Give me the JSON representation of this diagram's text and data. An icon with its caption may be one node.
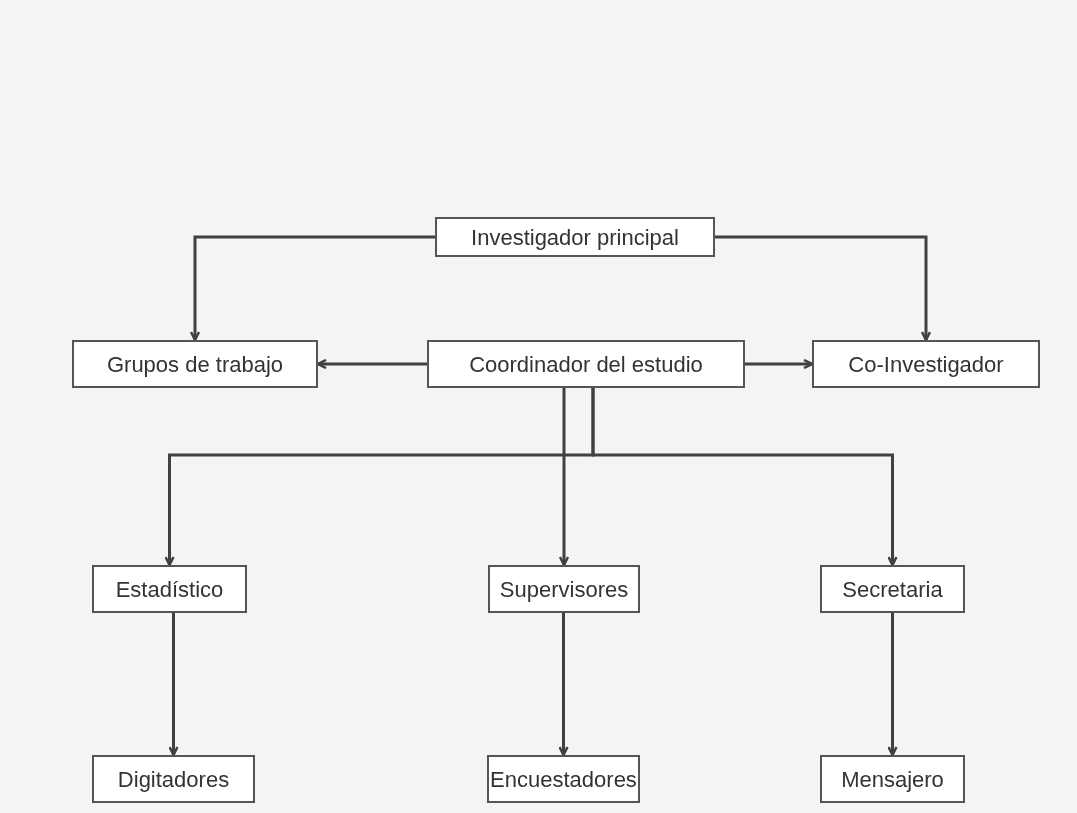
{
  "diagram": {
    "nodes": [
      {
        "text": [
          "Investigador principal"
        ]
      },
      {
        "text": [
          "Grupos de trabajo"
        ]
      },
      {
        "text": [
          "Coordinador del estudio"
        ]
      },
      {
        "text": [
          "Co-Investigador"
        ]
      },
      {
        "text": [
          "Estadístico"
        ]
      },
      {
        "text": [
          "Supervisores"
        ]
      },
      {
        "text": [
          "Secretaria"
        ]
      },
      {
        "text": [
          "Digitadores"
        ]
      },
      {
        "text": [
          "Encuestadores"
        ]
      },
      {
        "text": [
          "Mensajero"
        ]
      }
    ],
    "edges": [
      {
        "from": 0,
        "to": 1,
        "arrow": "to"
      },
      {
        "from": 0,
        "to": 3,
        "arrow": "to"
      },
      {
        "from": 2,
        "to": 1,
        "arrow": "to"
      },
      {
        "from": 2,
        "to": 3,
        "arrow": "to"
      },
      {
        "from": 2,
        "to": 4,
        "arrow": "to"
      },
      {
        "from": 2,
        "to": 5,
        "arrow": "to"
      },
      {
        "from": 2,
        "to": 6,
        "arrow": "to"
      },
      {
        "from": 4,
        "to": 7,
        "arrow": "to"
      },
      {
        "from": 5,
        "to": 8,
        "arrow": "to"
      },
      {
        "from": 6,
        "to": 9,
        "arrow": "to"
      }
    ]
  }
}
